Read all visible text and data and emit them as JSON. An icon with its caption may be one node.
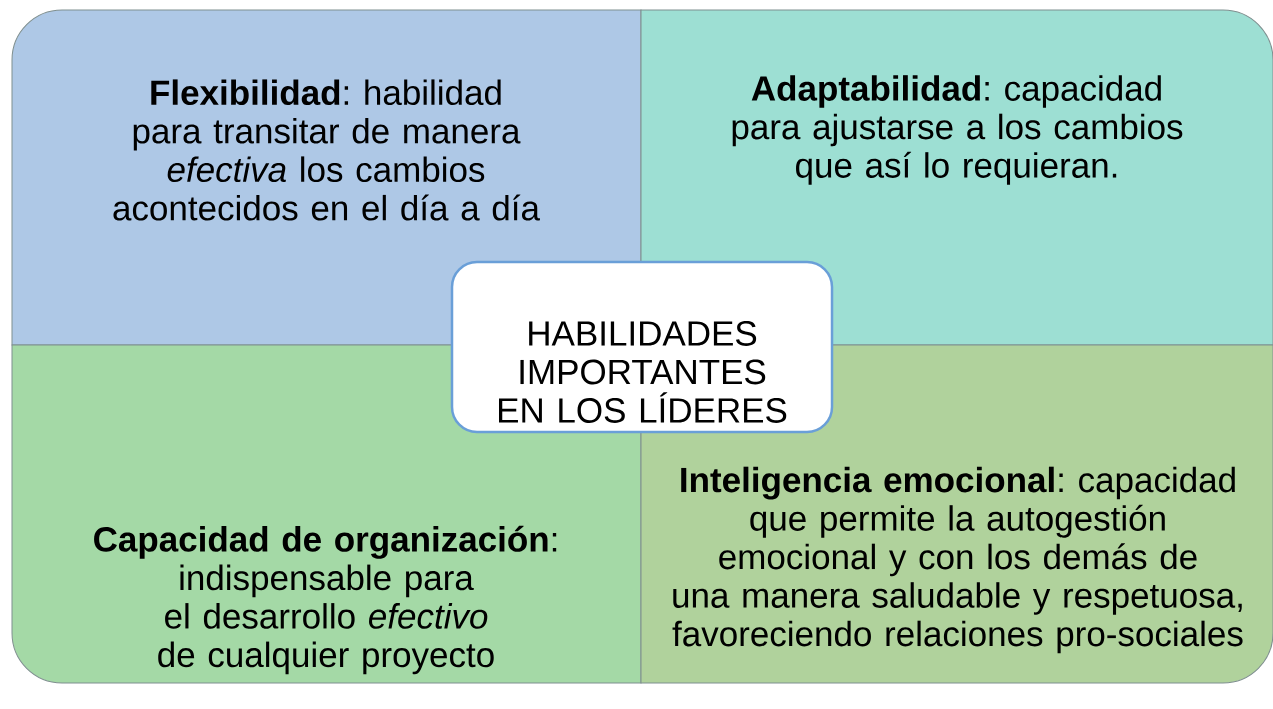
{
  "diagram": {
    "nodes": [
      {
        "text": [
          "**Flexibilidad**: habilidad para transitar de manera *efectiva* los cambios acontecidos en el día a día"
        ]
      },
      {
        "text": [
          "**Adaptabilidad**: capacidad para ajustarse a los cambios que así lo requieran."
        ]
      },
      {
        "text": [
          "HABILIDADES IMPORTANTES EN LOS LÍDERES"
        ]
      },
      {
        "text": [
          "**Capacidad de organización**: indispensable para el desarrollo *efectivo* de cualquier proyecto"
        ]
      },
      {
        "text": [
          "**Inteligencia emocional**: capacidad que permite la autogestión emocional y con los demás de una manera saludable y respetuosa, favoreciendo relaciones pro-sociales"
        ]
      }
    ]
  }
}
